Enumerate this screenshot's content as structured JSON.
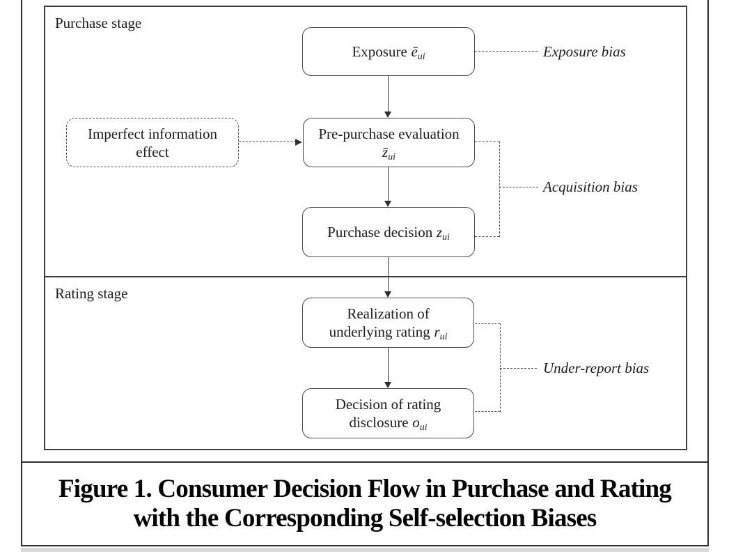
{
  "diagram": {
    "purchase_stage_label": "Purchase stage",
    "rating_stage_label": "Rating stage",
    "nodes": {
      "exposure": {
        "label": "Exposure",
        "symbol": "ē",
        "sub": "ui"
      },
      "imperfect_information": {
        "line1": "Imperfect information",
        "line2": "effect"
      },
      "pre_purchase": {
        "line1": "Pre-purchase evaluation",
        "symbol": "z̄",
        "sub": "ui"
      },
      "purchase_decision": {
        "label": "Purchase decision",
        "symbol": "z",
        "sub": "ui"
      },
      "realization": {
        "line1": "Realization of",
        "line2": "underlying rating",
        "symbol": "r",
        "sub": "ui"
      },
      "disclosure": {
        "line1": "Decision of rating",
        "line2": "disclosure",
        "symbol": "o",
        "sub": "ui"
      }
    },
    "bias_labels": {
      "exposure": "Exposure bias",
      "acquisition": "Acquisition bias",
      "under_report": "Under-report bias"
    }
  },
  "caption": {
    "line1": "Figure 1. Consumer Decision Flow in Purchase and Rating",
    "line2": "with the Corresponding Self-selection Biases"
  },
  "colors": {
    "frame": "#2d2d2d",
    "box_border": "#4a4a4a",
    "text": "#1a1a1a",
    "background": "#ffffff"
  }
}
